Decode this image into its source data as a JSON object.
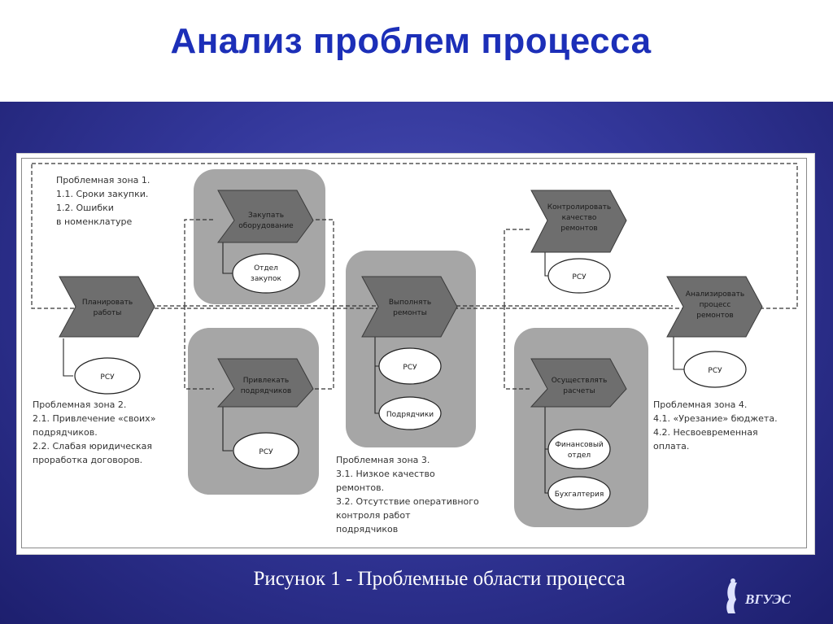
{
  "title": "Анализ проблем процесса",
  "caption": "Рисунок 1 - Проблемные области процесса",
  "logo_text": "ВГУЭС",
  "colors": {
    "title": "#1c2fb8",
    "band": "#33379a",
    "zone_gray": "#a6a6a6",
    "node_dark": "#6e6e6e"
  },
  "zones": {
    "z1": [
      "Проблемная зона 1.",
      "1.1. Сроки закупки.",
      "1.2. Ошибки",
      "в номенклатуре"
    ],
    "z2": [
      "Проблемная зона 2.",
      "2.1. Привлечение «своих»",
      "подрядчиков.",
      "2.2. Слабая юридическая",
      "проработка договоров."
    ],
    "z3": [
      "Проблемная зона 3.",
      "3.1. Низкое качество",
      "ремонтов.",
      "3.2. Отсутствие оперативного",
      "контроля работ",
      "подрядчиков"
    ],
    "z4": [
      "Проблемная зона 4.",
      "4.1. «Урезание» бюджета.",
      "4.2. Несвоевременная",
      "оплата."
    ]
  },
  "functions": {
    "plan": [
      "Планировать",
      "работы"
    ],
    "buy": [
      "Закупать",
      "оборудование"
    ],
    "hire": [
      "Привлекать",
      "подрядчиков"
    ],
    "repair": [
      "Выполнять",
      "ремонты"
    ],
    "control": [
      "Контролировать",
      "качество",
      "ремонтов"
    ],
    "pay": [
      "Осуществлять",
      "расчеты"
    ],
    "analyze": [
      "Анализировать",
      "процесс",
      "ремонтов"
    ]
  },
  "units": {
    "rsu": "РСУ",
    "purchase": [
      "Отдел",
      "закупок"
    ],
    "contractors": "Подрядчики",
    "finance": [
      "Финансовый",
      "отдел"
    ],
    "accounting": "Бухгалтерия"
  }
}
